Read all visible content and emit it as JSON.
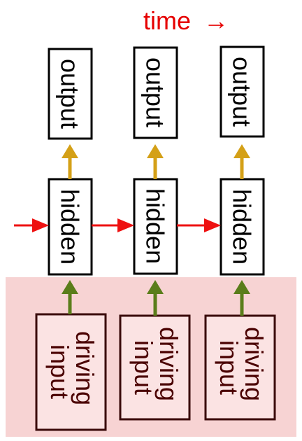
{
  "title": {
    "text": "time",
    "arrow": "→"
  },
  "nodes": {
    "output": [
      "output",
      "output",
      "output"
    ],
    "hidden": [
      "hidden",
      "hidden",
      "hidden"
    ],
    "input": [
      [
        "driving",
        "input"
      ],
      [
        "driving",
        "input"
      ],
      [
        "driving",
        "input"
      ]
    ]
  },
  "colors": {
    "title": "#e60000",
    "recurrent_arrow": "#ee1111",
    "output_arrow": "#d4a017",
    "input_arrow": "#5a7d1a",
    "input_region": "#f7d3d3",
    "input_box_fill": "#fbe3e3",
    "input_box_stroke": "#3a0a0a",
    "input_text": "#4a0000",
    "box_stroke": "#000000",
    "text": "#000000"
  }
}
